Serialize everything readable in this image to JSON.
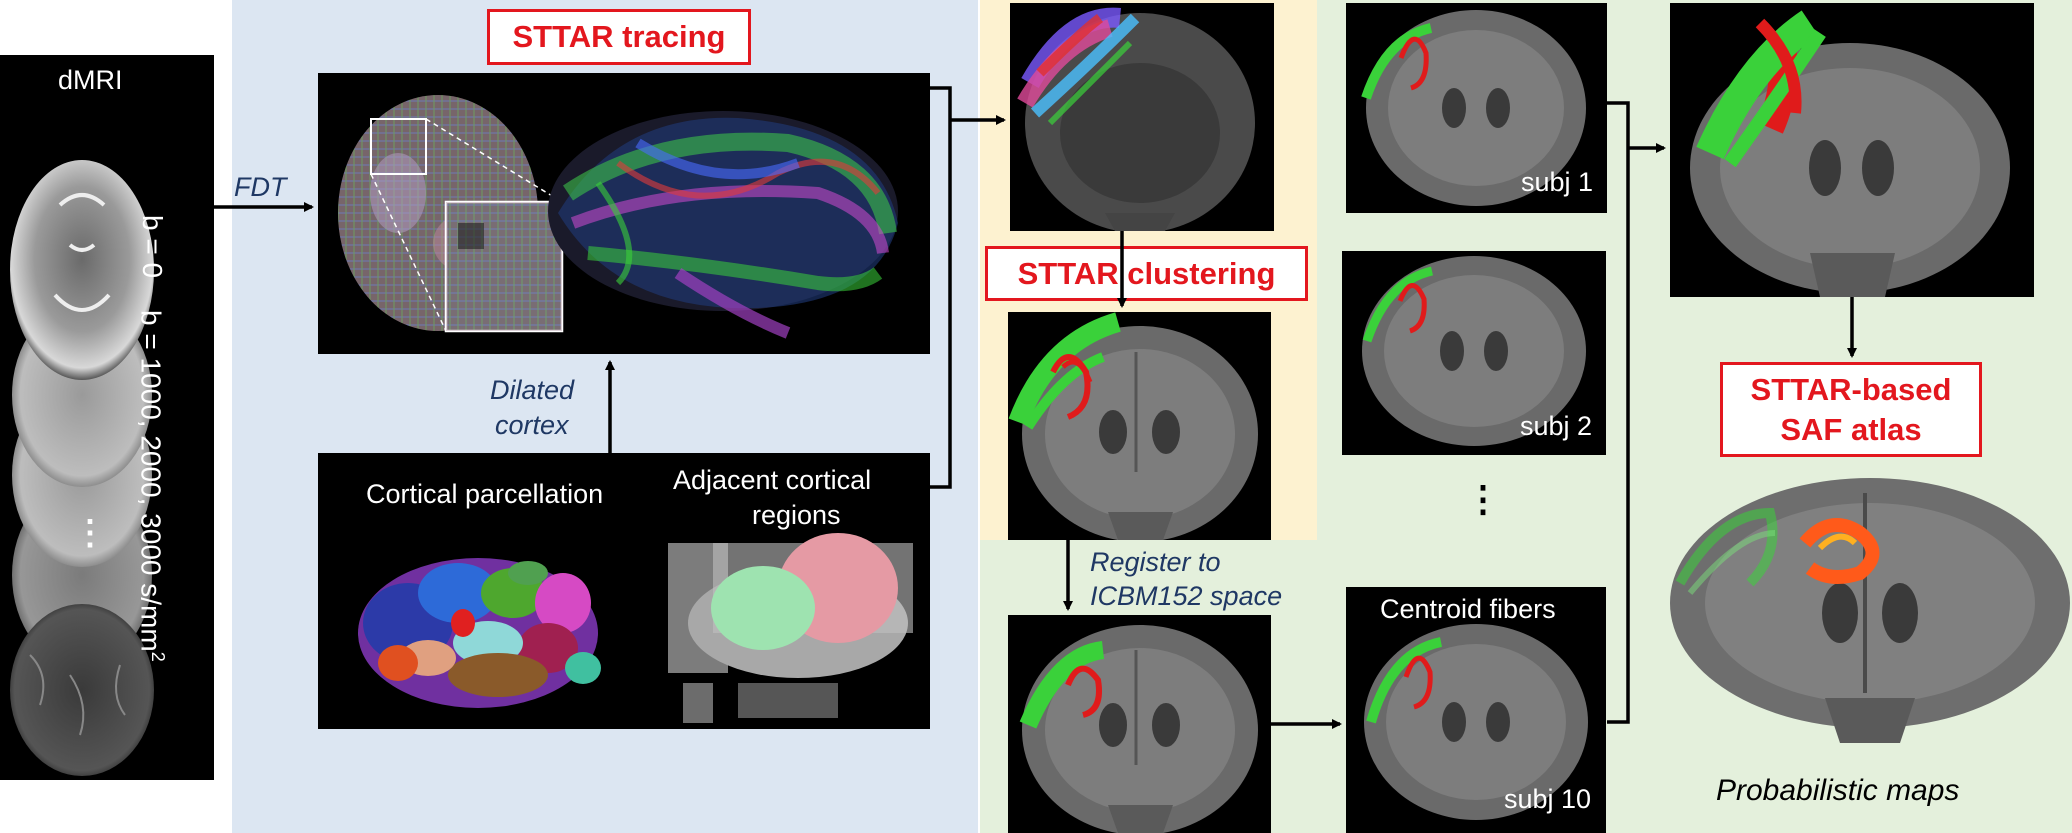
{
  "colors": {
    "blue_panel": "#dce6f2",
    "yellow_panel": "#fdf2d0",
    "green_panel": "#e4f0dc",
    "box_red": "#e3171e",
    "italic_text": "#1f3864",
    "fiber_red": "#e01b1b",
    "fiber_green": "#3ad13a"
  },
  "dmri": {
    "title": "dMRI",
    "b0": "b = 0",
    "bmulti_line1": "b = 1000, 2000, 3000 s/mm",
    "bmulti_sup": "2",
    "ellipsis": "⋮"
  },
  "arrows": {
    "fdt": "FDT",
    "dilated_cortex_l1": "Dilated",
    "dilated_cortex_l2": "cortex",
    "register_l1": "Register to",
    "register_l2": "ICBM152 space"
  },
  "boxes": {
    "tracing": "STTAR tracing",
    "clustering": "STTAR  clustering",
    "atlas_l1": "STTAR-based",
    "atlas_l2": "SAF atlas"
  },
  "parcellation": {
    "left_label": "Cortical parcellation",
    "right_label_l1": "Adjacent cortical",
    "right_label_l2": "regions"
  },
  "subjects": {
    "s1": "subj 1",
    "s2": "subj 2",
    "s10": "subj 10",
    "ellipsis": "⋮",
    "centroid": "Centroid fibers"
  },
  "atlas": {
    "caption": "Probabilistic maps"
  }
}
